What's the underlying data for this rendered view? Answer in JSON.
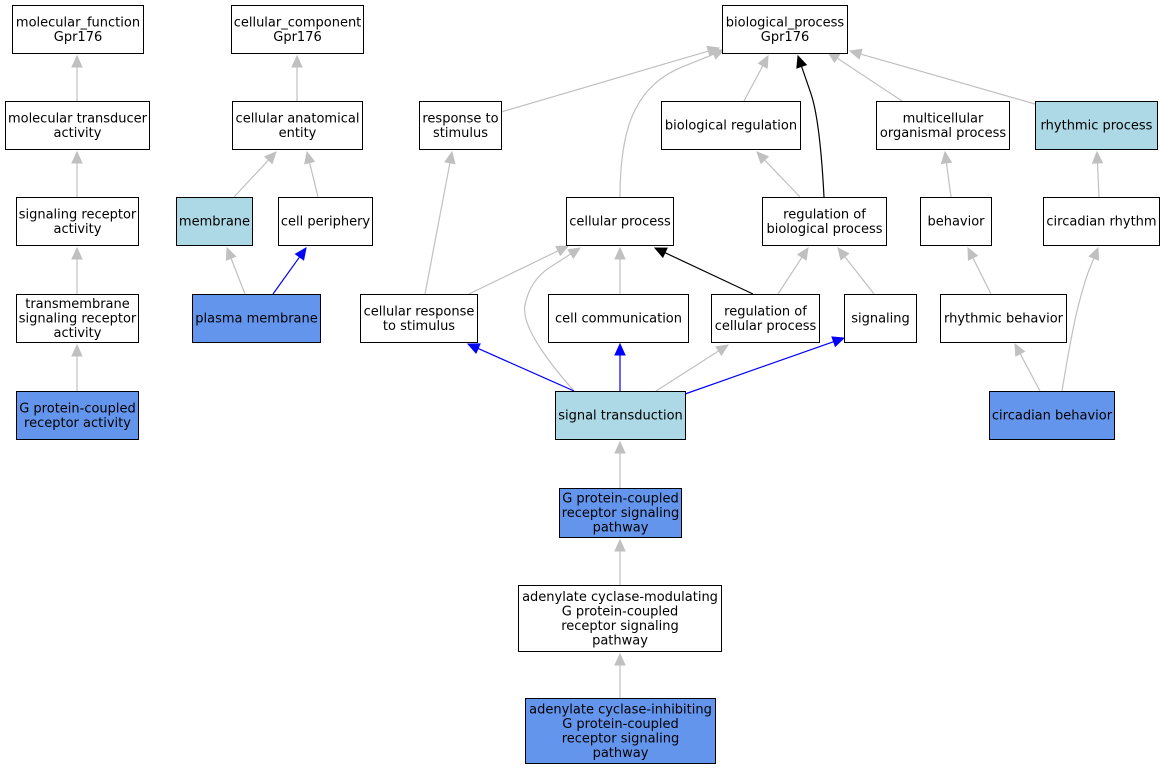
{
  "colors": {
    "plain": "#ffffff",
    "light_blue": "#add8e6",
    "blue": "#6495ed",
    "edge_gray": "#c0c0c0",
    "edge_black": "#000000",
    "edge_blue": "#0000ff"
  },
  "nodes": [
    {
      "id": "mf",
      "label": [
        "molecular_function",
        "Gpr176"
      ],
      "fill": "plain"
    },
    {
      "id": "mta",
      "label": [
        "molecular transducer",
        "activity"
      ],
      "fill": "plain"
    },
    {
      "id": "sra",
      "label": [
        "signaling receptor",
        "activity"
      ],
      "fill": "plain"
    },
    {
      "id": "tsra",
      "label": [
        "transmembrane",
        "signaling receptor",
        "activity"
      ],
      "fill": "plain"
    },
    {
      "id": "gpcra",
      "label": [
        "G protein-coupled",
        "receptor activity"
      ],
      "fill": "blue"
    },
    {
      "id": "cc",
      "label": [
        "cellular_component",
        "Gpr176"
      ],
      "fill": "plain"
    },
    {
      "id": "cae",
      "label": [
        "cellular anatomical",
        "entity"
      ],
      "fill": "plain"
    },
    {
      "id": "mem",
      "label": [
        "membrane"
      ],
      "fill": "light_blue"
    },
    {
      "id": "cp",
      "label": [
        "cell periphery"
      ],
      "fill": "plain"
    },
    {
      "id": "pm",
      "label": [
        "plasma membrane"
      ],
      "fill": "blue"
    },
    {
      "id": "bp",
      "label": [
        "biological_process",
        "Gpr176"
      ],
      "fill": "plain"
    },
    {
      "id": "rts",
      "label": [
        "response to",
        "stimulus"
      ],
      "fill": "plain"
    },
    {
      "id": "br",
      "label": [
        "biological regulation"
      ],
      "fill": "plain"
    },
    {
      "id": "mop",
      "label": [
        "multicellular",
        "organismal process"
      ],
      "fill": "plain"
    },
    {
      "id": "rp",
      "label": [
        "rhythmic process"
      ],
      "fill": "light_blue"
    },
    {
      "id": "cellp",
      "label": [
        "cellular process"
      ],
      "fill": "plain"
    },
    {
      "id": "robp",
      "label": [
        "regulation of",
        "biological process"
      ],
      "fill": "plain"
    },
    {
      "id": "beh",
      "label": [
        "behavior"
      ],
      "fill": "plain"
    },
    {
      "id": "cr",
      "label": [
        "circadian rhythm"
      ],
      "fill": "plain"
    },
    {
      "id": "crts",
      "label": [
        "cellular response",
        "to stimulus"
      ],
      "fill": "plain"
    },
    {
      "id": "cc2",
      "label": [
        "cell communication"
      ],
      "fill": "plain"
    },
    {
      "id": "rocp",
      "label": [
        "regulation of",
        "cellular process"
      ],
      "fill": "plain"
    },
    {
      "id": "sig",
      "label": [
        "signaling"
      ],
      "fill": "plain"
    },
    {
      "id": "rb",
      "label": [
        "rhythmic behavior"
      ],
      "fill": "plain"
    },
    {
      "id": "st",
      "label": [
        "signal transduction"
      ],
      "fill": "light_blue"
    },
    {
      "id": "cb",
      "label": [
        "circadian behavior"
      ],
      "fill": "blue"
    },
    {
      "id": "gpcrsp",
      "label": [
        "G protein-coupled",
        "receptor signaling",
        "pathway"
      ],
      "fill": "blue"
    },
    {
      "id": "acm",
      "label": [
        "adenylate cyclase-modulating",
        "G protein-coupled",
        "receptor signaling",
        "pathway"
      ],
      "fill": "plain"
    },
    {
      "id": "aci",
      "label": [
        "adenylate cyclase-inhibiting",
        "G protein-coupled",
        "receptor signaling",
        "pathway"
      ],
      "fill": "blue"
    }
  ],
  "edges": [
    {
      "from": "mta",
      "to": "mf",
      "color": "edge_gray"
    },
    {
      "from": "sra",
      "to": "mta",
      "color": "edge_gray"
    },
    {
      "from": "tsra",
      "to": "sra",
      "color": "edge_gray"
    },
    {
      "from": "gpcra",
      "to": "tsra",
      "color": "edge_gray"
    },
    {
      "from": "cae",
      "to": "cc",
      "color": "edge_gray"
    },
    {
      "from": "mem",
      "to": "cae",
      "color": "edge_gray"
    },
    {
      "from": "cp",
      "to": "cae",
      "color": "edge_gray"
    },
    {
      "from": "pm",
      "to": "mem",
      "color": "edge_gray"
    },
    {
      "from": "pm",
      "to": "cp",
      "color": "edge_blue"
    },
    {
      "from": "rts",
      "to": "bp",
      "color": "edge_gray"
    },
    {
      "from": "cellp",
      "to": "bp",
      "color": "edge_gray"
    },
    {
      "from": "br",
      "to": "bp",
      "color": "edge_gray"
    },
    {
      "from": "robp",
      "to": "bp",
      "color": "edge_black"
    },
    {
      "from": "mop",
      "to": "bp",
      "color": "edge_gray"
    },
    {
      "from": "rp",
      "to": "bp",
      "color": "edge_gray"
    },
    {
      "from": "robp",
      "to": "br",
      "color": "edge_gray"
    },
    {
      "from": "beh",
      "to": "mop",
      "color": "edge_gray"
    },
    {
      "from": "cr",
      "to": "rp",
      "color": "edge_gray"
    },
    {
      "from": "crts",
      "to": "rts",
      "color": "edge_gray"
    },
    {
      "from": "crts",
      "to": "cellp",
      "color": "edge_gray"
    },
    {
      "from": "cc2",
      "to": "cellp",
      "color": "edge_gray"
    },
    {
      "from": "rocp",
      "to": "cellp",
      "color": "edge_black"
    },
    {
      "from": "rocp",
      "to": "robp",
      "color": "edge_gray"
    },
    {
      "from": "sig",
      "to": "robp",
      "color": "edge_gray"
    },
    {
      "from": "rb",
      "to": "beh",
      "color": "edge_gray"
    },
    {
      "from": "st",
      "to": "cellp",
      "color": "edge_gray"
    },
    {
      "from": "st",
      "to": "crts",
      "color": "edge_blue"
    },
    {
      "from": "st",
      "to": "cc2",
      "color": "edge_blue"
    },
    {
      "from": "st",
      "to": "rocp",
      "color": "edge_gray"
    },
    {
      "from": "st",
      "to": "sig",
      "color": "edge_blue"
    },
    {
      "from": "cb",
      "to": "rb",
      "color": "edge_gray"
    },
    {
      "from": "cb",
      "to": "cr",
      "color": "edge_gray"
    },
    {
      "from": "gpcrsp",
      "to": "st",
      "color": "edge_gray"
    },
    {
      "from": "acm",
      "to": "gpcrsp",
      "color": "edge_gray"
    },
    {
      "from": "aci",
      "to": "acm",
      "color": "edge_gray"
    }
  ]
}
